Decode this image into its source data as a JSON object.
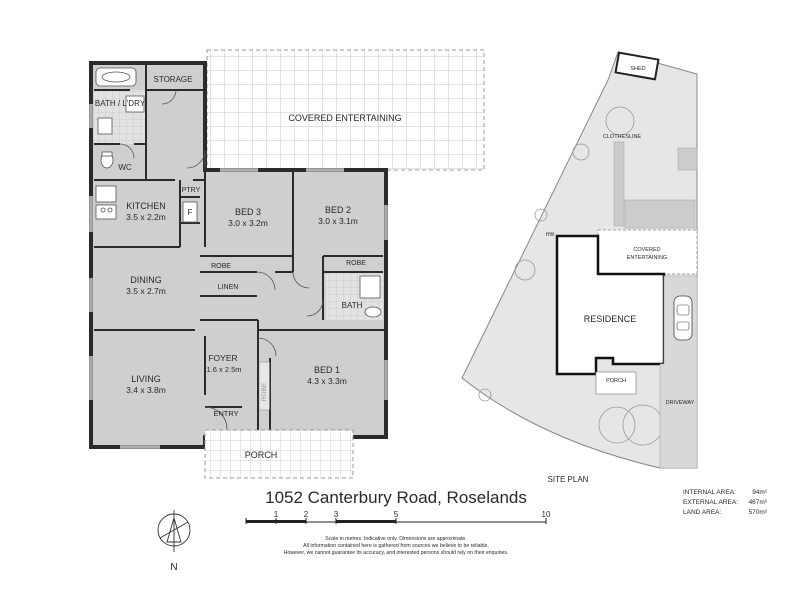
{
  "rooms": {
    "storage": "STORAGE",
    "bath_laundry": "BATH / L'DRY",
    "wc": "WC",
    "covered_entertaining": "COVERED ENTERTAINING",
    "pantry": "PTRY",
    "fridge": "F",
    "kitchen": "KITCHEN",
    "kitchen_size": "3.5 x 2.2m",
    "bed3": "BED 3",
    "bed3_size": "3.0 x 3.2m",
    "bed2": "BED 2",
    "bed2_size": "3.0 x 3.1m",
    "robe": "ROBE",
    "linen": "LINEN",
    "bath": "BATH",
    "dining": "DINING",
    "dining_size": "3.5 x 2.7m",
    "foyer": "FOYER",
    "foyer_size": "1.6 x 2.5m",
    "bed1": "BED 1",
    "bed1_size": "4.3 x 3.3m",
    "living": "LIVING",
    "living_size": "3.4 x 3.8m",
    "entry": "ENTRY",
    "porch": "PORCH"
  },
  "site": {
    "shed": "SHED",
    "clothesline": "CLOTHESLINE",
    "hw": "HW",
    "covered": "COVERED",
    "entertaining": "ENTERTAINING",
    "residence": "RESIDENCE",
    "porch": "PORCH",
    "driveway": "DRIVEWAY",
    "title": "SITE PLAN"
  },
  "address": "1052 Canterbury Road, Roselands",
  "scale": {
    "ticks": [
      "1",
      "2",
      "3",
      "5",
      "10"
    ]
  },
  "disclaimer": [
    "Scale in metres. Indicative only. Dimensions are approximate.",
    "All information contained here is gathered from sources we believe to be reliable.",
    "However, we cannot guarantee its accuracy, and interested persons should rely on their enquiries."
  ],
  "areas": {
    "internal_label": "INTERNAL AREA:",
    "internal_value": "94m²",
    "external_label": "EXTERNAL AREA:",
    "external_value": "467m²",
    "land_label": "LAND AREA:",
    "land_value": "570m²"
  },
  "compass": "N",
  "colors": {
    "floor": "#cfcfcf",
    "wall": "#2b2b2b",
    "paving": "#b8b8b8",
    "lawn": "#dcdcdc"
  }
}
